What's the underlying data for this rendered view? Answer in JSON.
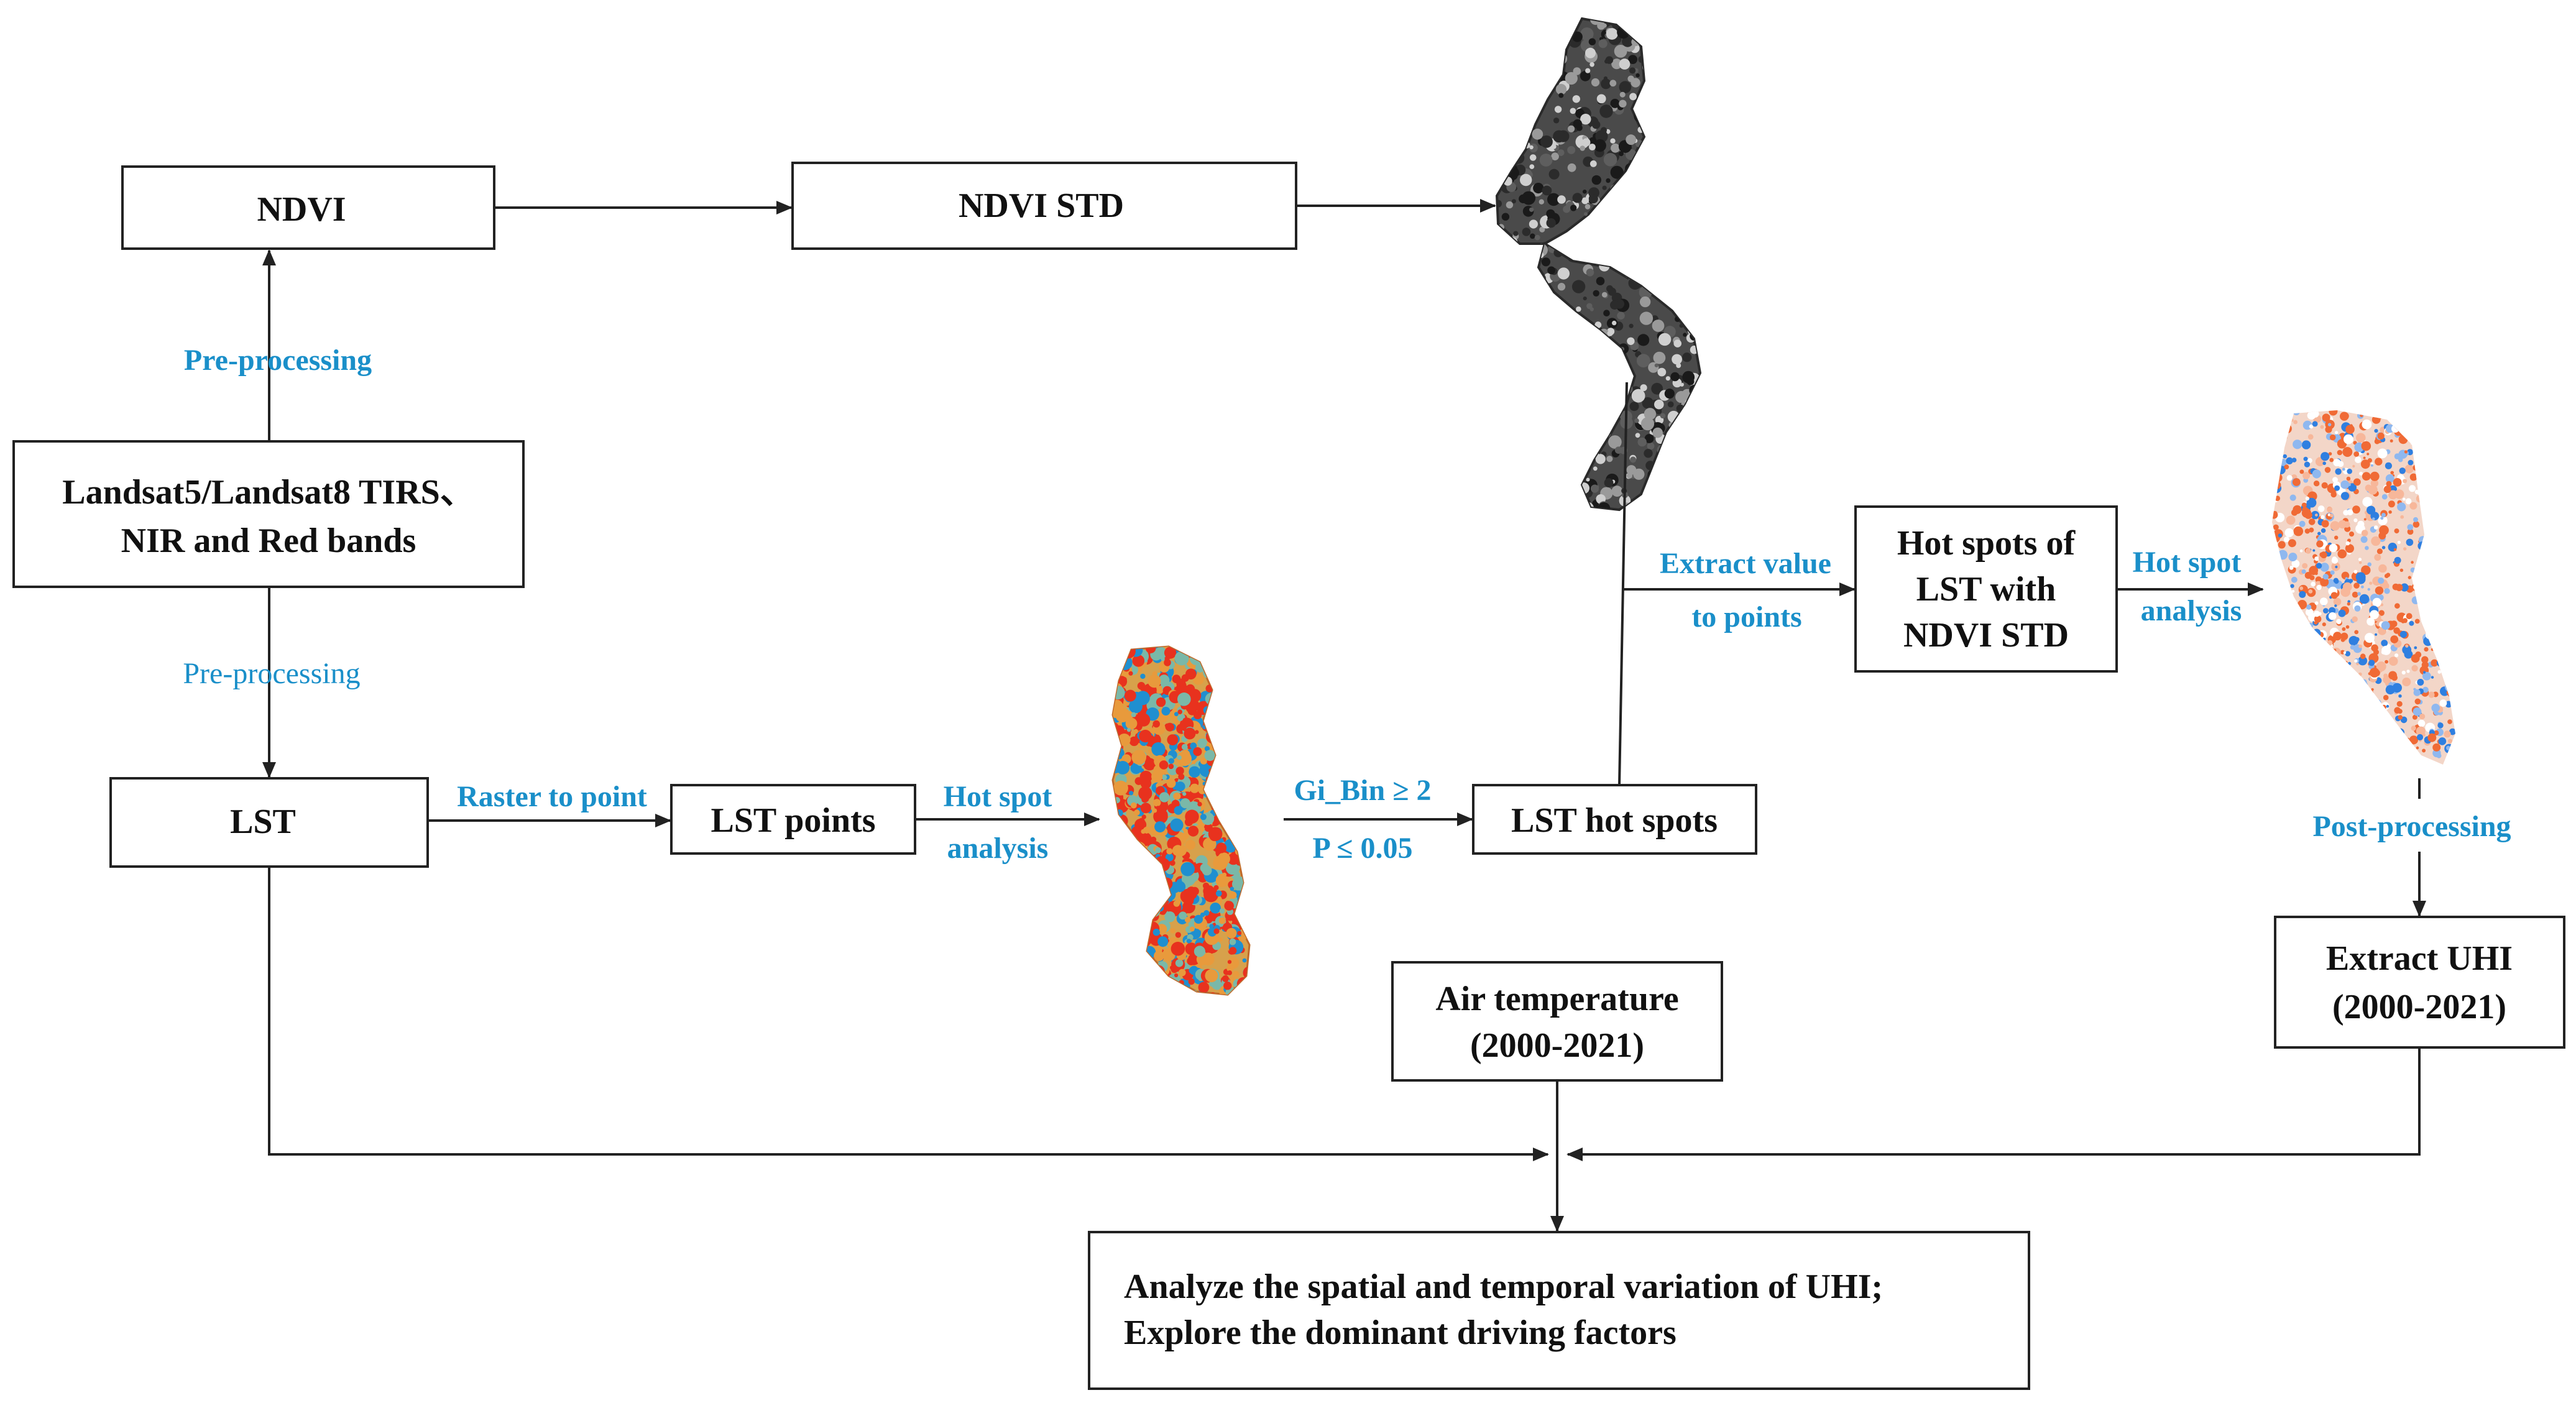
{
  "nodes": {
    "ndvi": "NDVI",
    "ndvi_std": "NDVI STD",
    "landsat_line1": "Landsat5/Landsat8 TIRS、",
    "landsat_line2": "NIR and Red bands",
    "lst": "LST",
    "lst_points": "LST points",
    "lst_hot_spots": "LST hot spots",
    "hot_spots_ndvi_line1": "Hot spots of",
    "hot_spots_ndvi_line2": "LST with",
    "hot_spots_ndvi_line3": "NDVI STD",
    "air_temp_line1": "Air temperature",
    "air_temp_line2": "(2000-2021)",
    "extract_uhi_line1": "Extract UHI",
    "extract_uhi_line2": "(2000-2021)",
    "analyze_line1": "Analyze the spatial and temporal variation of UHI;",
    "analyze_line2": "Explore the dominant driving  factors"
  },
  "edge_labels": {
    "preproc_top": "Pre-processing",
    "preproc_bottom": "Pre-processing",
    "raster_to_point": "Raster to point",
    "hot_spot_1_line1": "Hot spot",
    "hot_spot_1_line2": "analysis",
    "gi_bin": "Gi_Bin ≥ 2",
    "p_value": "P ≤ 0.05",
    "extract_value_line1": "Extract  value",
    "extract_value_line2": "to points",
    "hot_spot_2_line1": "Hot spot",
    "hot_spot_2_line2": "analysis",
    "post_processing": "Post-processing"
  },
  "colors": {
    "text": "#111111",
    "label_blue": "#1a8fc9",
    "lst_hot": "#e8321e",
    "lst_warm": "#e89a3c",
    "lst_mid": "#7ab8a8",
    "lst_cool": "#1f8fd0",
    "ndvi_dark": "#2b2b2b",
    "ndvi_light": "#9a9a9a",
    "hs_hot": "#f06a35",
    "hs_cold": "#2f7fe0"
  }
}
